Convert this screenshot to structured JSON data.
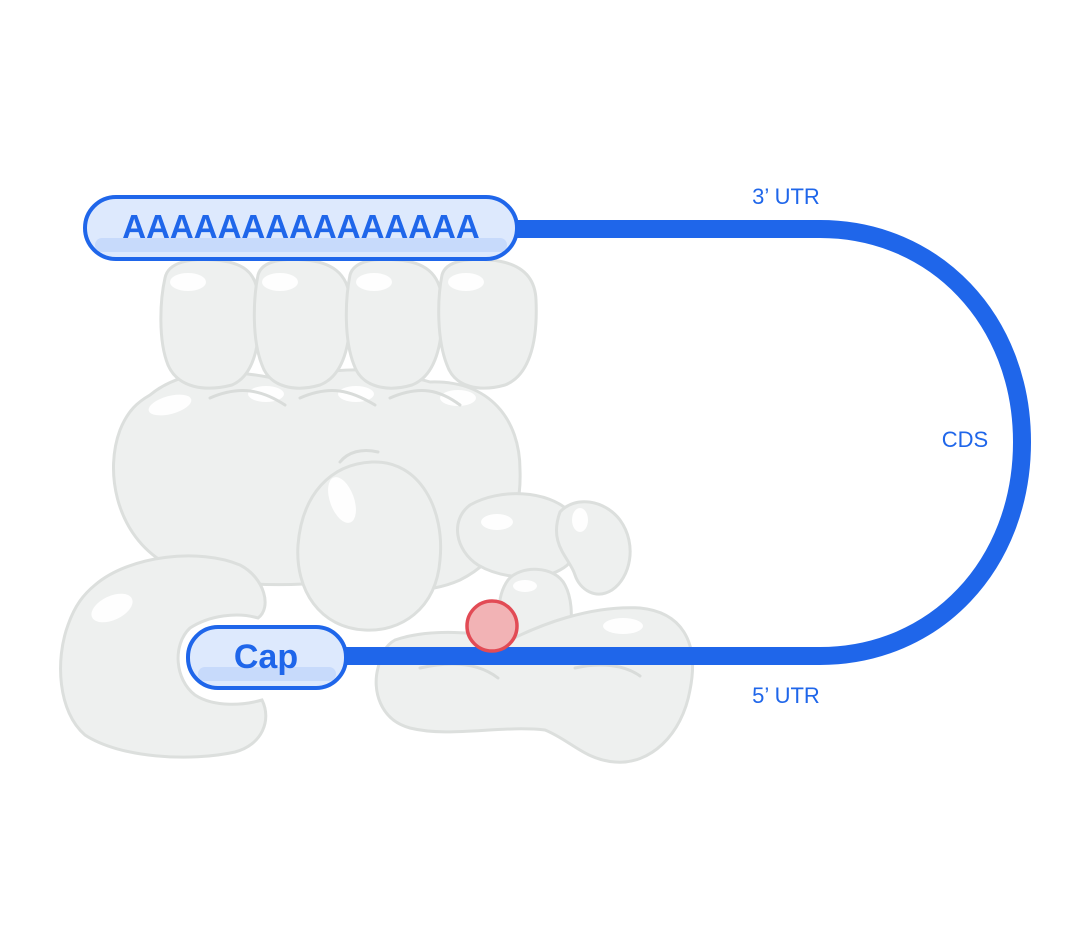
{
  "diagram": {
    "polya_label": "AAAAAAAAAAAAAAA",
    "cap_label": "Cap",
    "utr3_label": "3’ UTR",
    "cds_label": "CDS",
    "utr5_label": "5’ UTR",
    "colors": {
      "strand": "#1f66ea",
      "pill_fill": "#dde9fd",
      "protein_fill": "#eef0ef",
      "protein_outline": "#dcdfdd",
      "start_codon_fill": "#f2b3b5",
      "start_codon_outline": "#e24b55"
    }
  }
}
